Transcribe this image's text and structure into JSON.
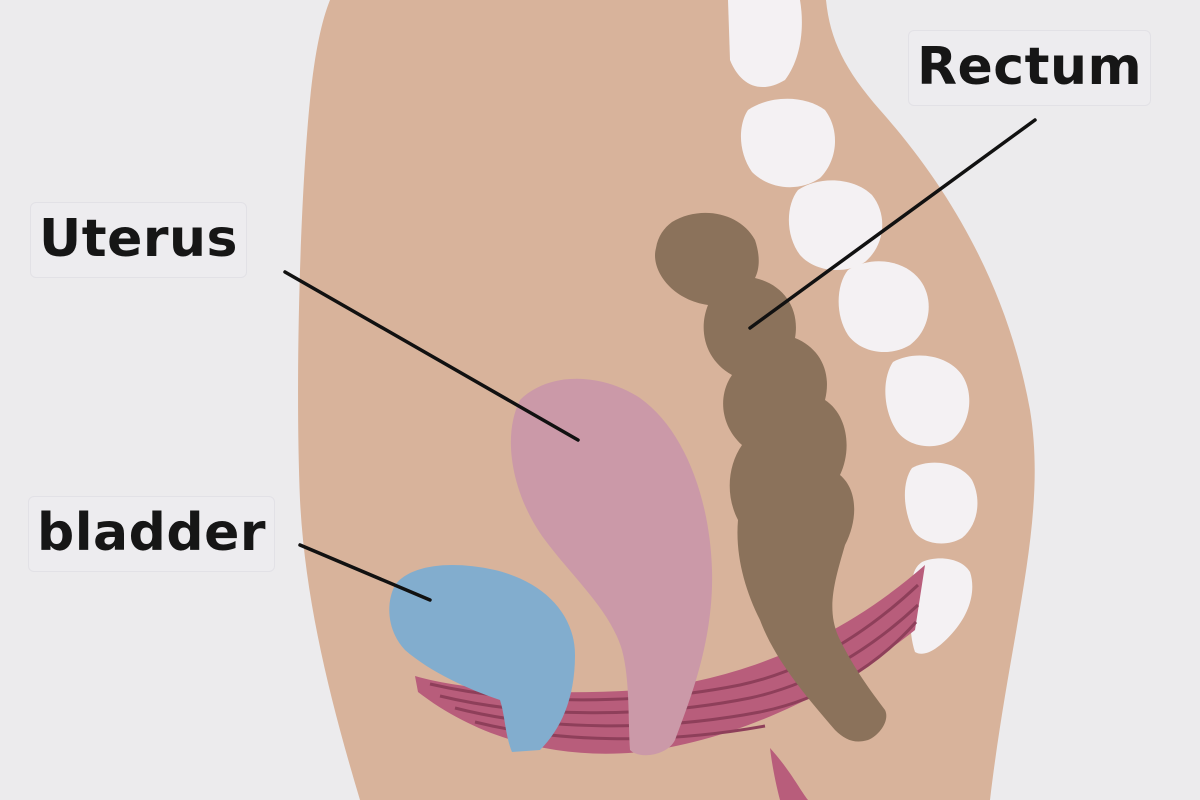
{
  "labels": {
    "rectum": "Rectum",
    "uterus": "Uterus",
    "bladder": "bladder"
  },
  "colors": {
    "background": "#ecebed",
    "body": "#d8b39b",
    "spine": "#f4f1f3",
    "rectum": "#8b725b",
    "uterus": "#cb99a8",
    "bladder": "#82adce",
    "pelvic_floor": "#b85d7b",
    "leader_line": "#111111"
  }
}
